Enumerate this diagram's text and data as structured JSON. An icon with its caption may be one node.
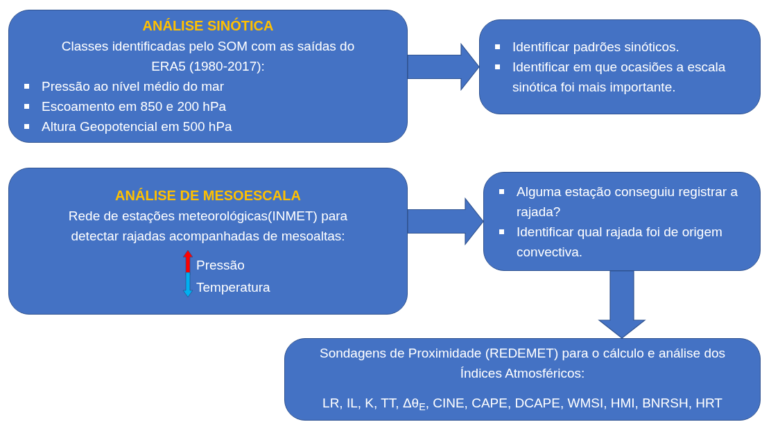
{
  "diagram": {
    "nodes": [
      {
        "text": [
          "ANÁLISE SINÓTICA",
          "Classes identificadas pelo SOM com as saídas do ERA5 (1980-2017):",
          "Pressão ao nível médio do mar",
          "Escoamento em 850 e 200 hPa",
          "Altura Geopotencial em 500 hPa"
        ]
      },
      {
        "text": [
          "Identificar padrões sinóticos.",
          "Identificar em que ocasiões a escala sinótica foi mais importante."
        ]
      },
      {
        "text": [
          "ANÁLISE DE MESOESCALA",
          "Rede de estações meteorológicas(INMET) para detectar rajadas acompanhadas de mesoaltas:",
          "Pressão",
          "Temperatura"
        ]
      },
      {
        "text": [
          "Alguma estação conseguiu registrar a rajada?",
          "Identificar qual rajada foi de origem convectiva."
        ]
      },
      {
        "text": [
          "Sondagens de Proximidade (REDEMET) para o cálculo e análise dos Índices Atmosféricos:",
          "LR, IL, K, TT, Δθ$_{E}$, CINE, CAPE, DCAPE, WMSI, HMI, BNRSH, HRT"
        ]
      }
    ],
    "edges": [
      {
        "from": 0,
        "to": 1,
        "arrow": "to"
      },
      {
        "from": 2,
        "to": 3,
        "arrow": "to"
      },
      {
        "from": 3,
        "to": 4,
        "arrow": "to"
      }
    ]
  }
}
